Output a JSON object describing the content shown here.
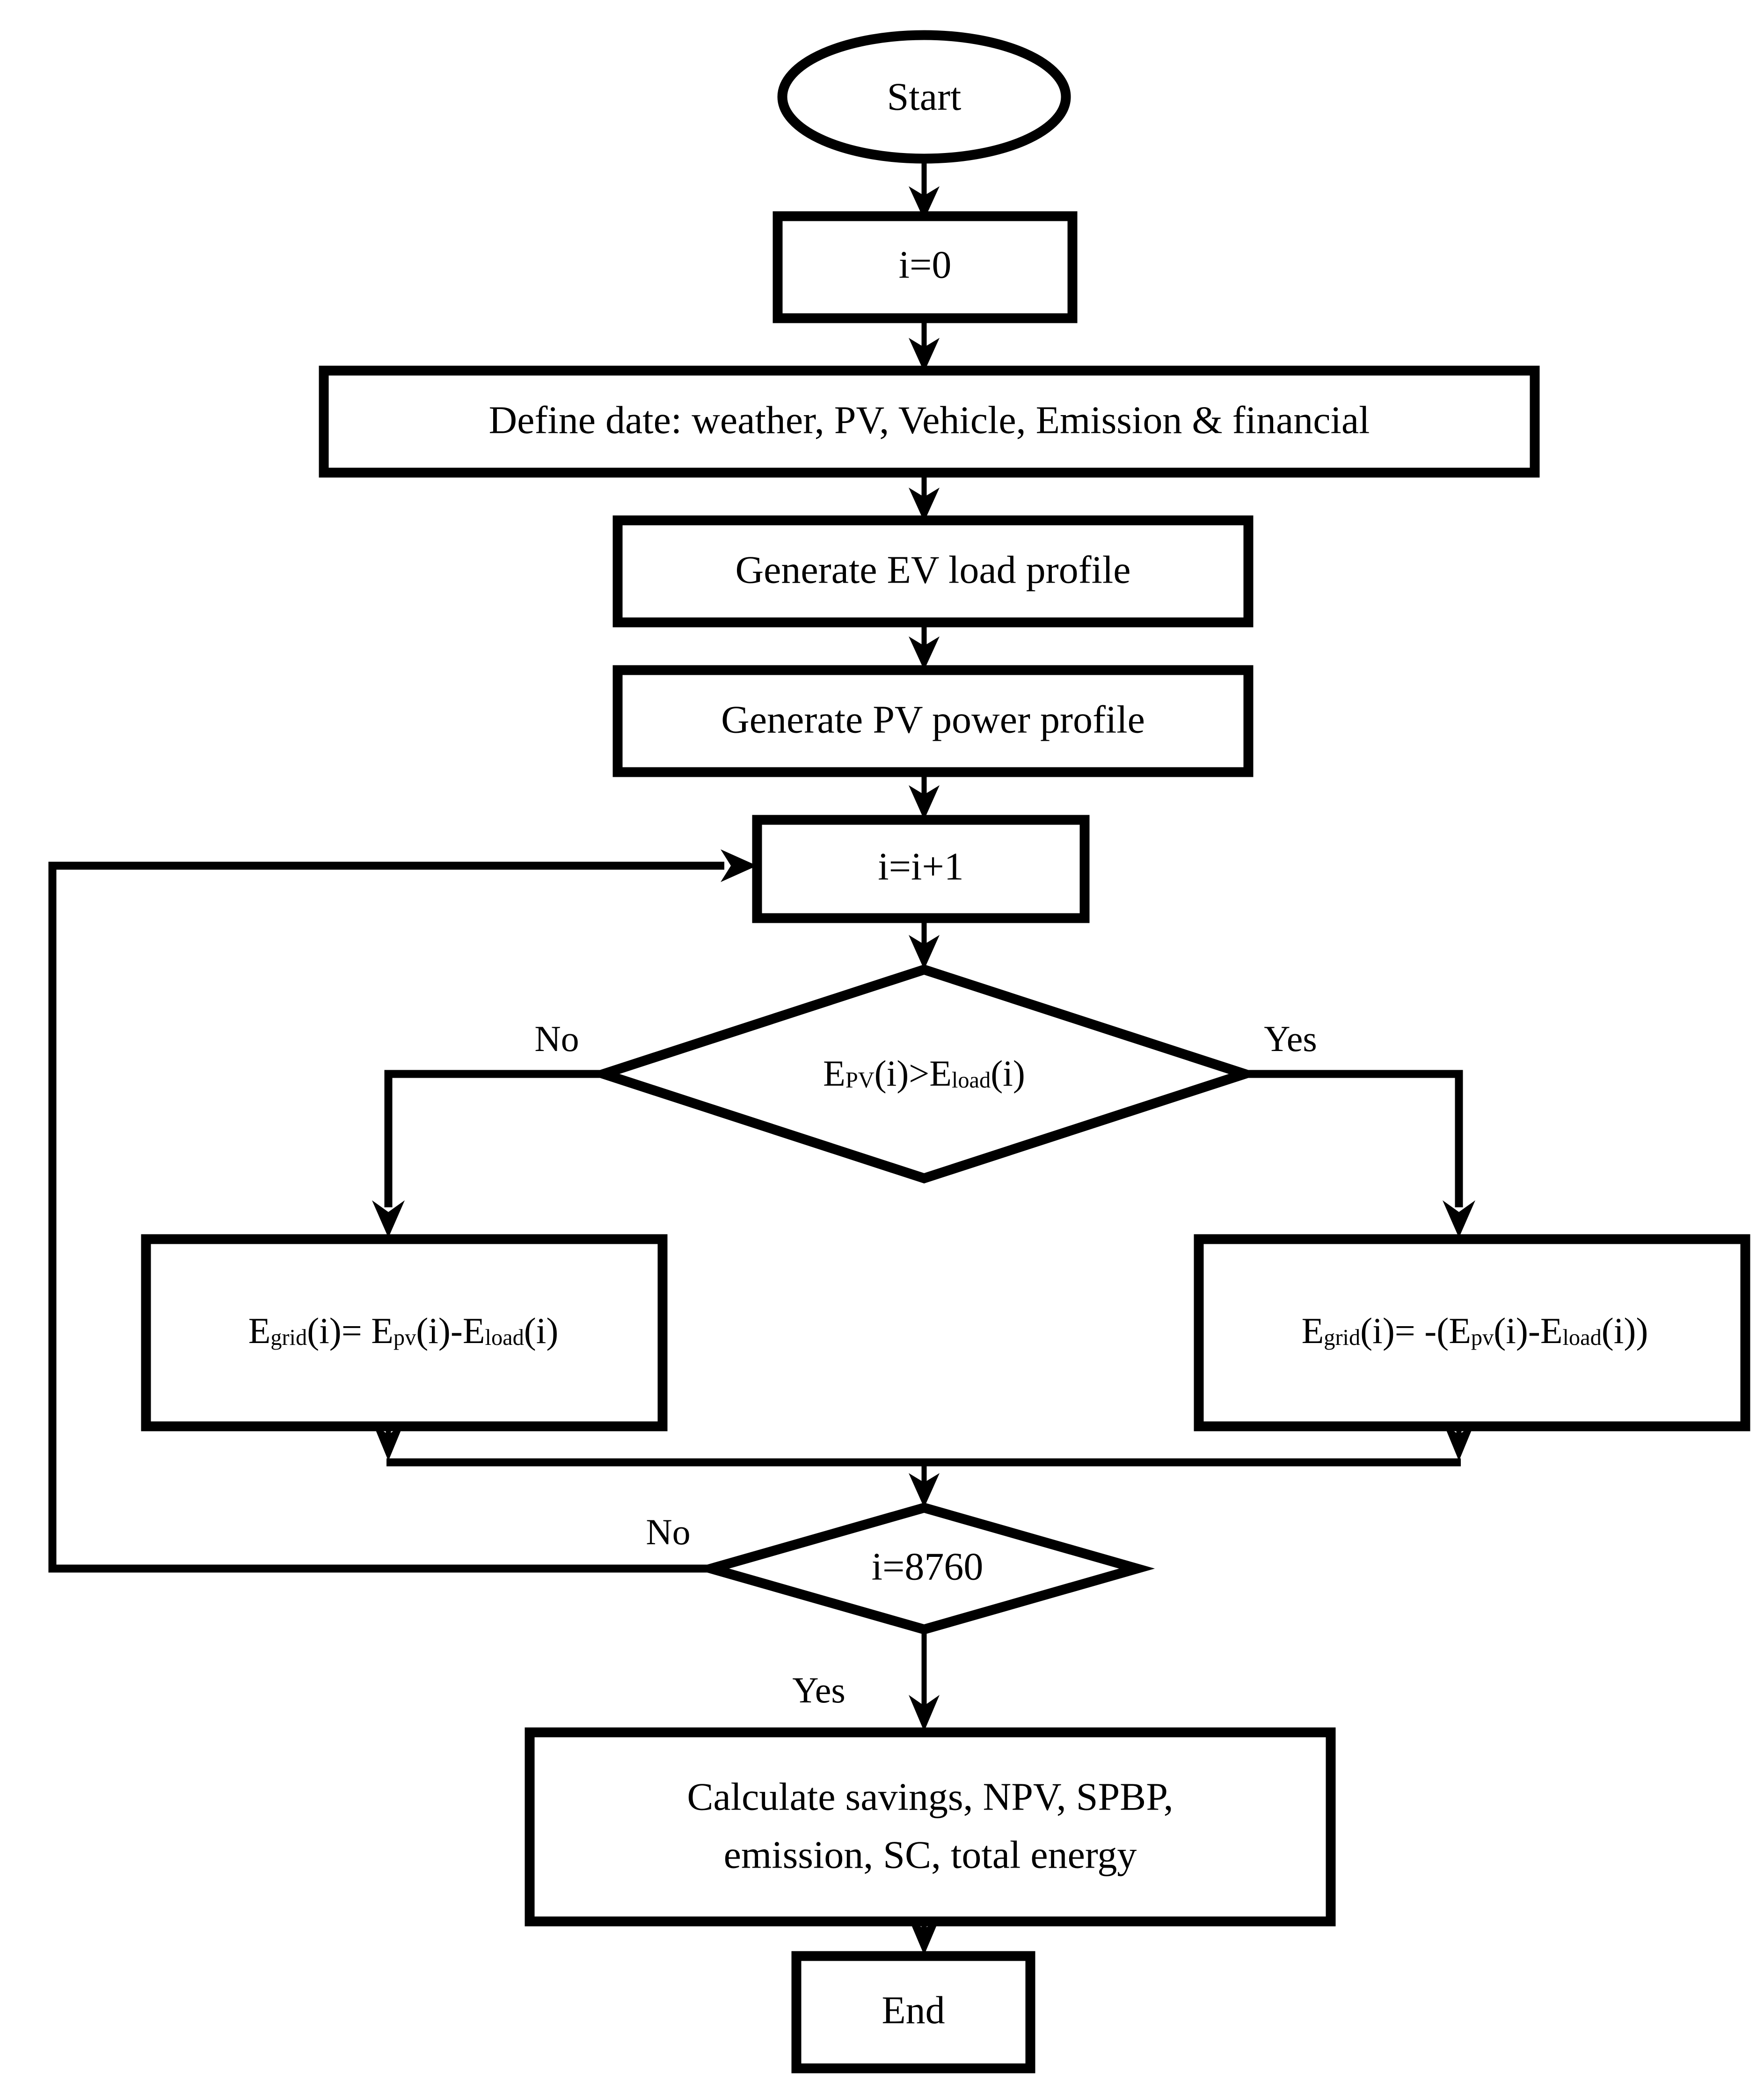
{
  "diagram": {
    "type": "flowchart",
    "title": "PV-EV techno-economic simulation flowchart",
    "colors": {
      "background": "#ffffff",
      "stroke": "#000000",
      "fill": "#ffffff"
    },
    "nodes": [
      {
        "id": "start",
        "shape": "ellipse",
        "label": "Start"
      },
      {
        "id": "init",
        "shape": "process",
        "label": "i=0"
      },
      {
        "id": "define",
        "shape": "process",
        "label": "Define date: weather, PV, Vehicle, Emission & financial"
      },
      {
        "id": "ev-profile",
        "shape": "process",
        "label": "Generate EV load profile"
      },
      {
        "id": "pv-profile",
        "shape": "process",
        "label": "Generate PV power profile"
      },
      {
        "id": "increment",
        "shape": "process",
        "label": "i=i+1"
      },
      {
        "id": "decision-compare",
        "shape": "decision",
        "label": "EPV(i)>Eload(i)",
        "parts": [
          {
            "text": "E",
            "sub": false
          },
          {
            "text": "PV",
            "sub": true
          },
          {
            "text": "(i)>E",
            "sub": false
          },
          {
            "text": "load",
            "sub": true
          },
          {
            "text": "(i)",
            "sub": false
          }
        ]
      },
      {
        "id": "grid-positive",
        "shape": "process",
        "label": "Egrid(i)= Epv(i)-Eload(i)",
        "parts": [
          {
            "text": "E",
            "sub": false
          },
          {
            "text": "grid",
            "sub": true
          },
          {
            "text": "(i)= E",
            "sub": false
          },
          {
            "text": "pv",
            "sub": true
          },
          {
            "text": "(i)-E",
            "sub": false
          },
          {
            "text": "load",
            "sub": true
          },
          {
            "text": "(i)",
            "sub": false
          }
        ]
      },
      {
        "id": "grid-negative",
        "shape": "process",
        "label": "Egrid(i)= -(Epv(i)-Eload(i))",
        "parts": [
          {
            "text": "E",
            "sub": false
          },
          {
            "text": "grid",
            "sub": true
          },
          {
            "text": "(i)= -(E",
            "sub": false
          },
          {
            "text": "pv",
            "sub": true
          },
          {
            "text": "(i)-E",
            "sub": false
          },
          {
            "text": "load",
            "sub": true
          },
          {
            "text": "(i))",
            "sub": false
          }
        ]
      },
      {
        "id": "decision-loop",
        "shape": "decision",
        "label": "i=8760"
      },
      {
        "id": "calculate",
        "shape": "process",
        "label_line1": "Calculate savings, NPV, SPBP,",
        "label_line2": "emission, SC, total energy"
      },
      {
        "id": "end",
        "shape": "process",
        "label": "End"
      }
    ],
    "edge_labels": {
      "compare_no": "No",
      "compare_yes": "Yes",
      "loop_no": "No",
      "loop_yes": "Yes"
    }
  }
}
